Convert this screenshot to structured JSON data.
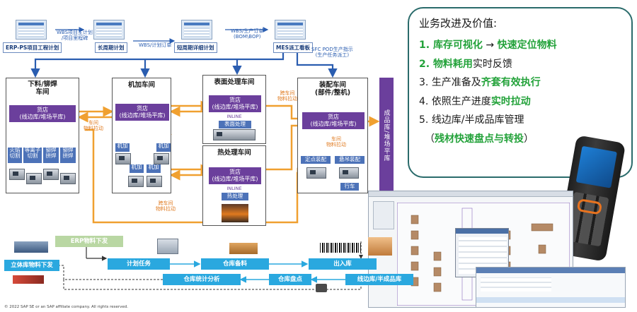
{
  "top_flow": {
    "systems": [
      {
        "label": "ERP-PS项目工程计划"
      },
      {
        "label": "长周期计划"
      },
      {
        "label": "短周期详细计划"
      },
      {
        "label": "MES派工看板"
      }
    ],
    "links": [
      {
        "text": "WBS项目主计划\n/项目里程碑"
      },
      {
        "text": "WBS/计划订单"
      },
      {
        "text": "WBS/生产订单\n(BOM\\BOP)"
      },
      {
        "text": "SFC POD生产指示\n(生产任务派工)"
      }
    ]
  },
  "workshops": {
    "blanking": {
      "title": "下料/铆焊\n车间",
      "store": "货店\n(线边库/堆场平库)",
      "ops": [
        "火焰\n切割",
        "等离子\n切割",
        "铆焊\n拼焊",
        "铆焊\n拼焊"
      ]
    },
    "machining": {
      "title": "机加车间",
      "store": "货店\n(线边库/堆场平库)",
      "ops": [
        "机加",
        "机加",
        "机加",
        "机加"
      ]
    },
    "surface": {
      "title": "表面处理车间",
      "store": "货店\n(线边库/堆场平库)",
      "inline": "INLINE",
      "op": "表面处理"
    },
    "heat": {
      "title": "热处理车间",
      "store": "货店\n(线边库/堆场平库)",
      "inline": "INLINE",
      "op": "热处理"
    },
    "assembly": {
      "title": "装配车间\n(部件/整机)",
      "store": "货店\n(线边库/堆场平库)",
      "pull": "车间\n物料拉动",
      "ops": [
        "定点装配",
        "悬吊装配"
      ],
      "crane": "行车"
    }
  },
  "pull_labels": {
    "blanking": "车间\n物料拉动",
    "cross_top": "跨车间\n物料拉动",
    "cross_bottom": "跨车间\n物料拉动"
  },
  "finished_store": "成品库/堆场平库",
  "value_panel": {
    "title": "业务改进及价值:",
    "items": [
      {
        "num": "1.",
        "parts": [
          {
            "t": "库存可视化",
            "g": true
          },
          {
            "t": " → ",
            "g": false
          },
          {
            "t": "快速定位物料",
            "g": true
          }
        ]
      },
      {
        "num": "2.",
        "parts": [
          {
            "t": "物料耗用",
            "g": true
          },
          {
            "t": "实时反馈",
            "g": false
          }
        ]
      },
      {
        "num": "3.",
        "parts": [
          {
            "t": "生产准备及",
            "g": false
          },
          {
            "t": "齐套有效执行",
            "g": true
          }
        ]
      },
      {
        "num": "4.",
        "parts": [
          {
            "t": "依照生产进度",
            "g": false
          },
          {
            "t": "实时拉动",
            "g": true
          }
        ]
      },
      {
        "num": "5.",
        "parts": [
          {
            "t": "线边库/半成品库管理",
            "g": false
          }
        ]
      },
      {
        "num": "",
        "parts": [
          {
            "t": "（",
            "g": false
          },
          {
            "t": "残材快速盘点与转投",
            "g": true
          },
          {
            "t": "）",
            "g": false
          }
        ]
      }
    ]
  },
  "bottom_flow": {
    "erp": "ERP物料下发",
    "warehouse": "立体库物料下发",
    "steps": [
      "计划任务",
      "仓库备料",
      "出入库",
      "仓库统计分析",
      "仓库盘点",
      "线边库/半成品库"
    ]
  },
  "copyright": "© 2022 SAP SE or an SAP affiliate company. All rights reserved.",
  "colors": {
    "purple": "#6b3f9c",
    "blue_op": "#4c72b8",
    "orange": "#f0a030",
    "green_text": "#23a23a",
    "cyan": "#2aa8df",
    "panel_border": "#2a6b6b"
  }
}
